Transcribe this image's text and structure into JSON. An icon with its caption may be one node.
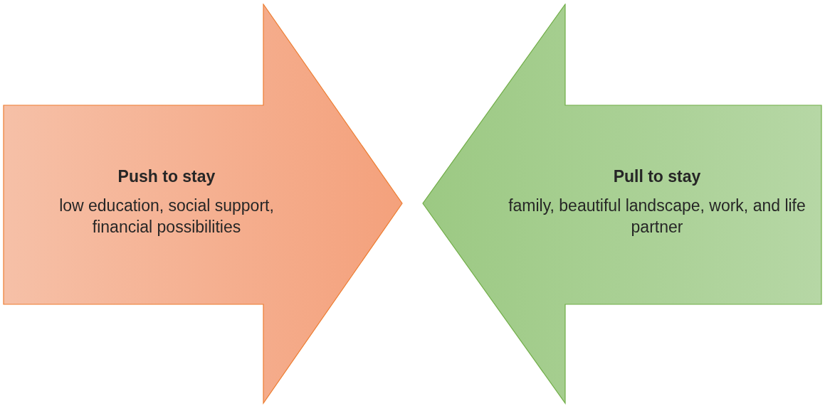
{
  "diagram": {
    "nodes": [
      {
        "text": [
          "Push to stay",
          "low education, social support, financial possibilities"
        ]
      },
      {
        "text": [
          "Pull to stay",
          "family, beautiful landscape, work, and life partner"
        ]
      }
    ]
  }
}
